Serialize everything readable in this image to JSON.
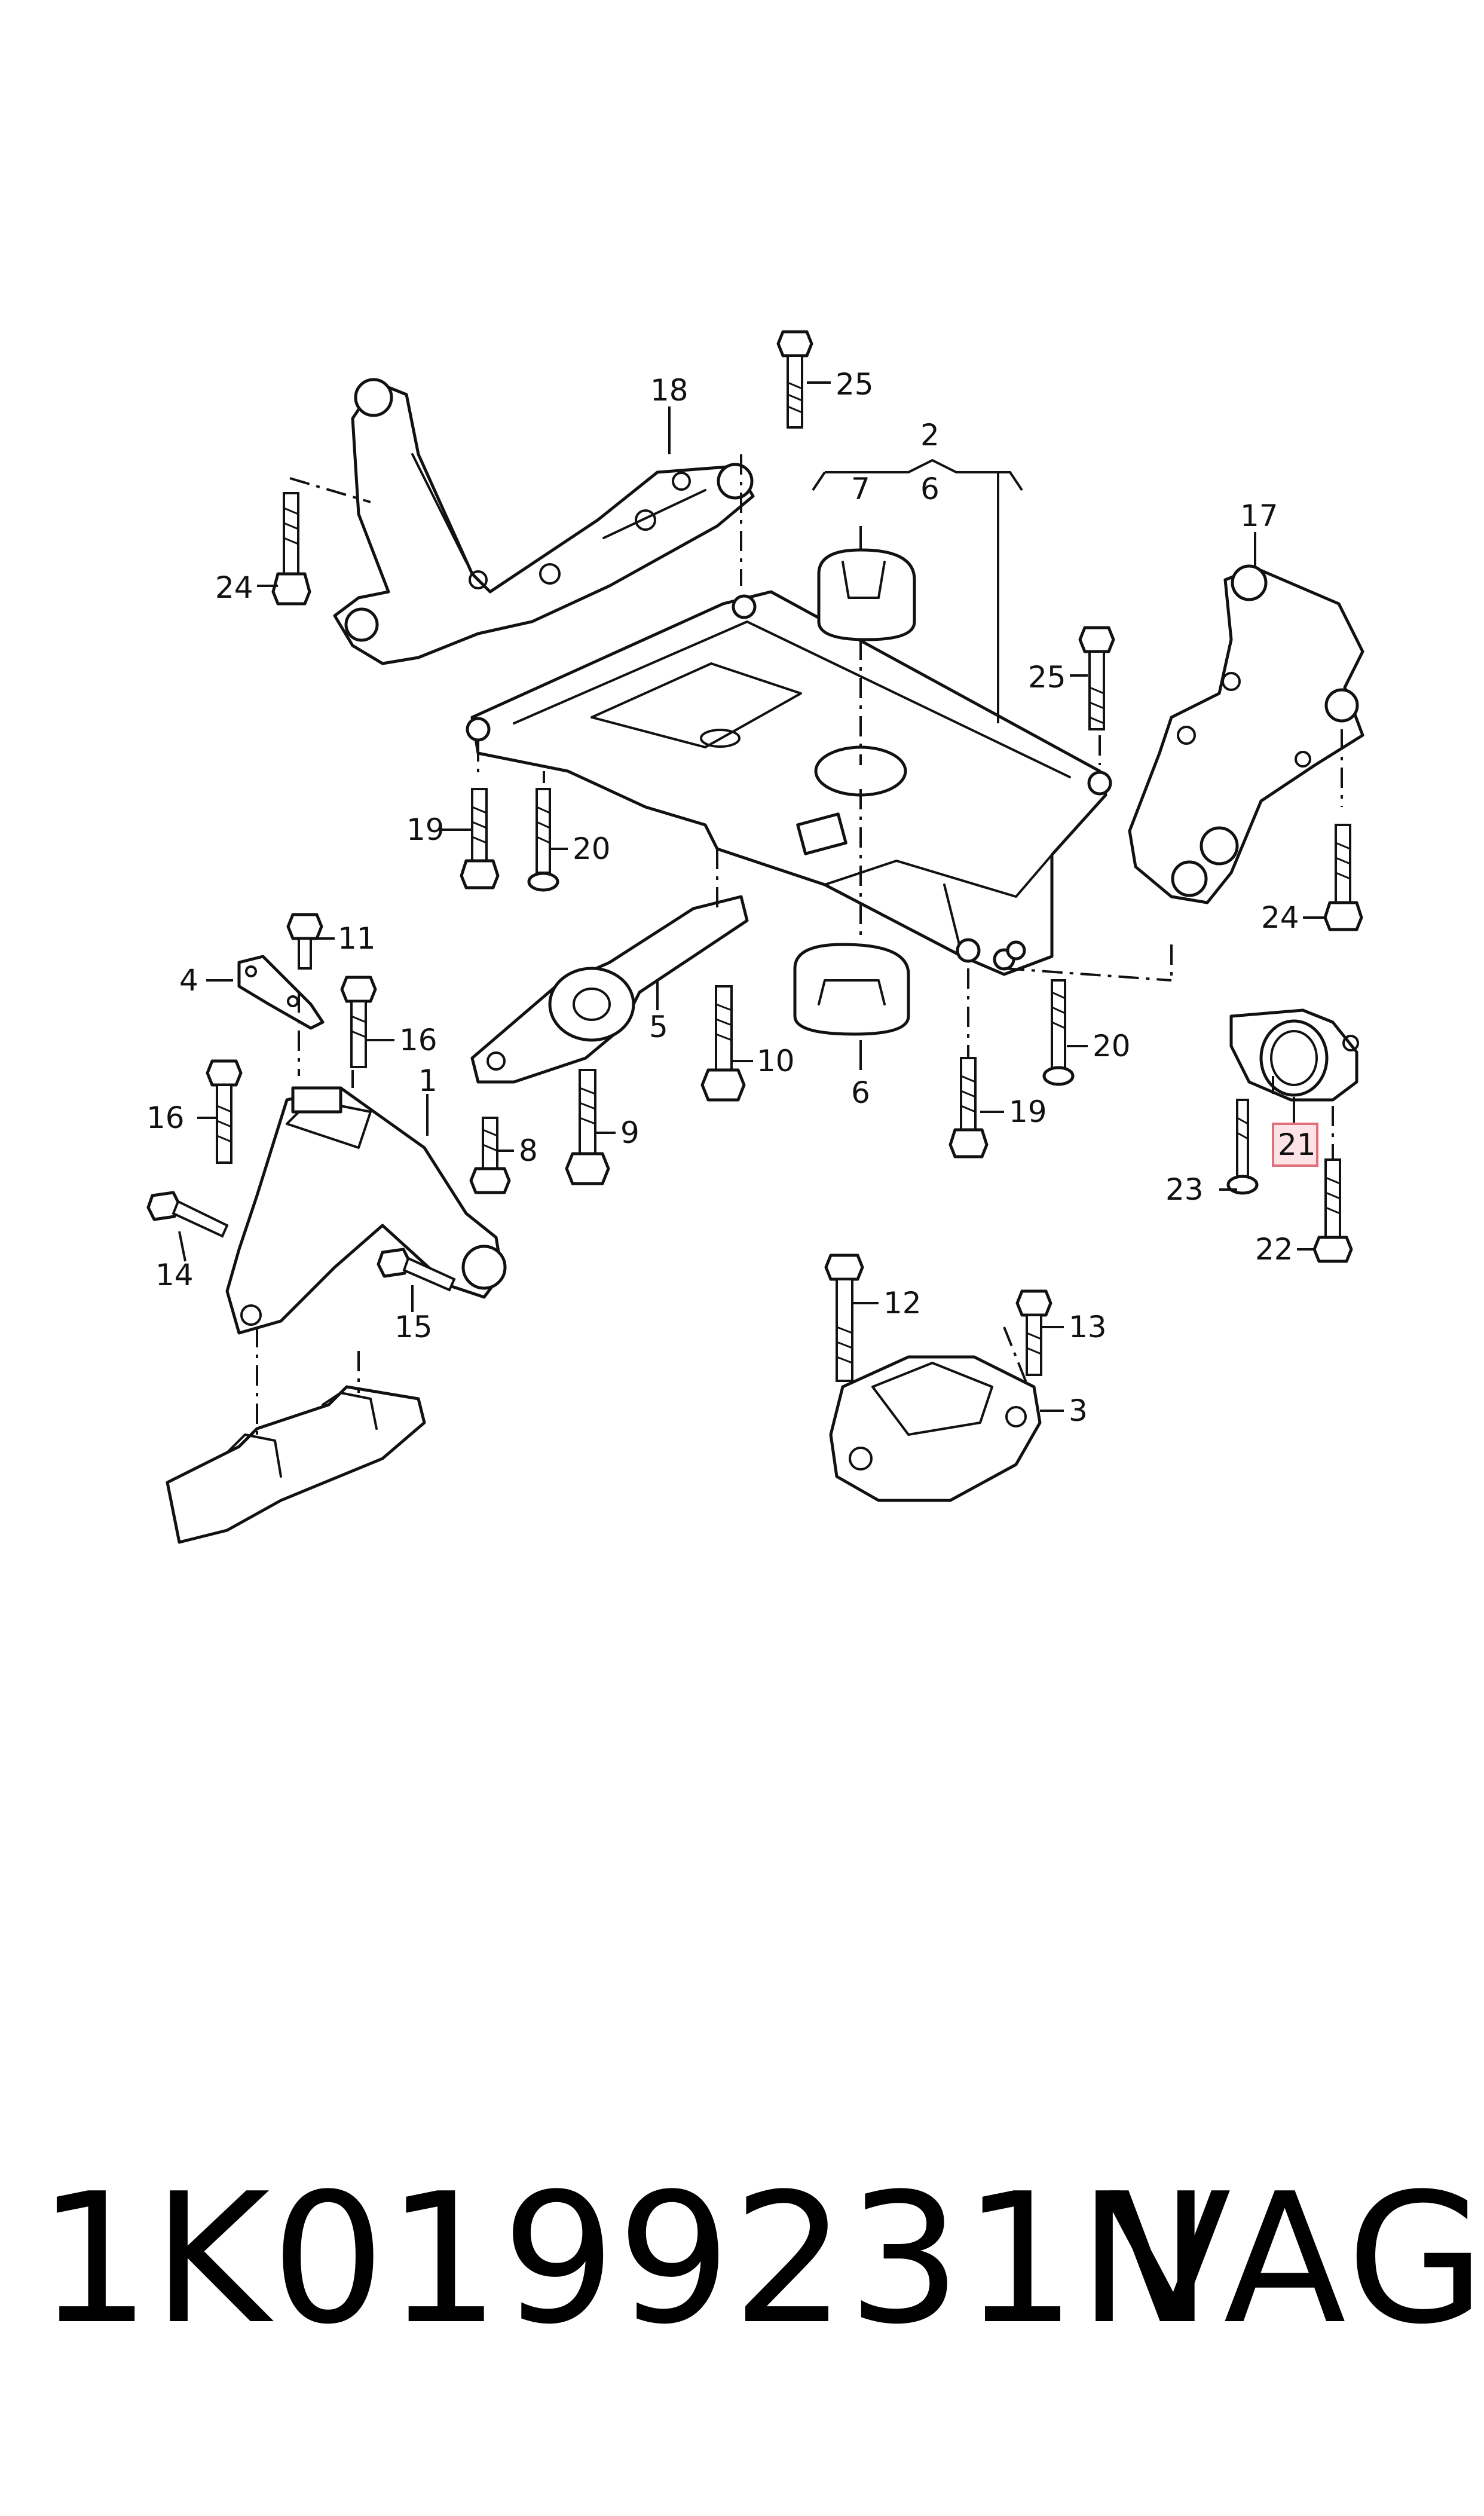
{
  "diagram": {
    "callouts": {
      "c1": "1",
      "c2": "2",
      "c3": "3",
      "c4": "4",
      "c5": "5",
      "c6a": "6",
      "c6b": "6",
      "c7": "7",
      "c8": "8",
      "c9": "9",
      "c10": "10",
      "c11": "11",
      "c12": "12",
      "c13": "13",
      "c14": "14",
      "c15": "15",
      "c16a": "16",
      "c16b": "16",
      "c17": "17",
      "c18": "18",
      "c19a": "19",
      "c19b": "19",
      "c20a": "20",
      "c20b": "20",
      "c21": "21",
      "c22": "22",
      "c23": "23",
      "c24a": "24",
      "c24b": "24",
      "c25a": "25",
      "c25b": "25"
    },
    "highlighted_part": "21",
    "highlight_color": "#fde3e6"
  },
  "footer": {
    "part_number": "1K0199231N",
    "brand": "VAG"
  }
}
